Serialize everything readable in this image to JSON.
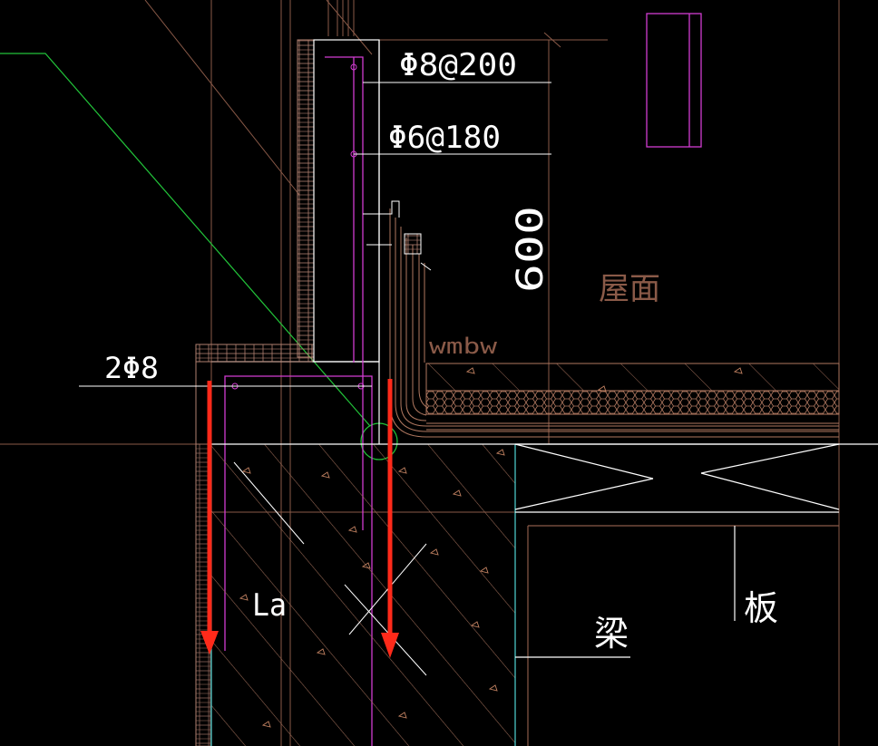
{
  "drawing": {
    "background": "#000000",
    "colors": {
      "brown": "#8a5a48",
      "white": "#ffffff",
      "magenta": "#d23cd2",
      "green": "#22c43a",
      "cyan": "#4fd6d6",
      "red": "#ff2a1a",
      "hatch": "#9a6a56"
    },
    "labels": {
      "rebar_top": "Φ8@200",
      "rebar_mid": "Φ6@180",
      "dim_height": "600",
      "roof": "屋面",
      "waterproof": "wmbw",
      "rebar_corner": "2Φ8",
      "anchor_length": "La",
      "beam": "梁",
      "slab": "板"
    },
    "arrows": [
      {
        "name": "left-anchor-arrow",
        "icon": "arrow-down-icon"
      },
      {
        "name": "right-anchor-arrow",
        "icon": "arrow-down-icon"
      }
    ]
  }
}
